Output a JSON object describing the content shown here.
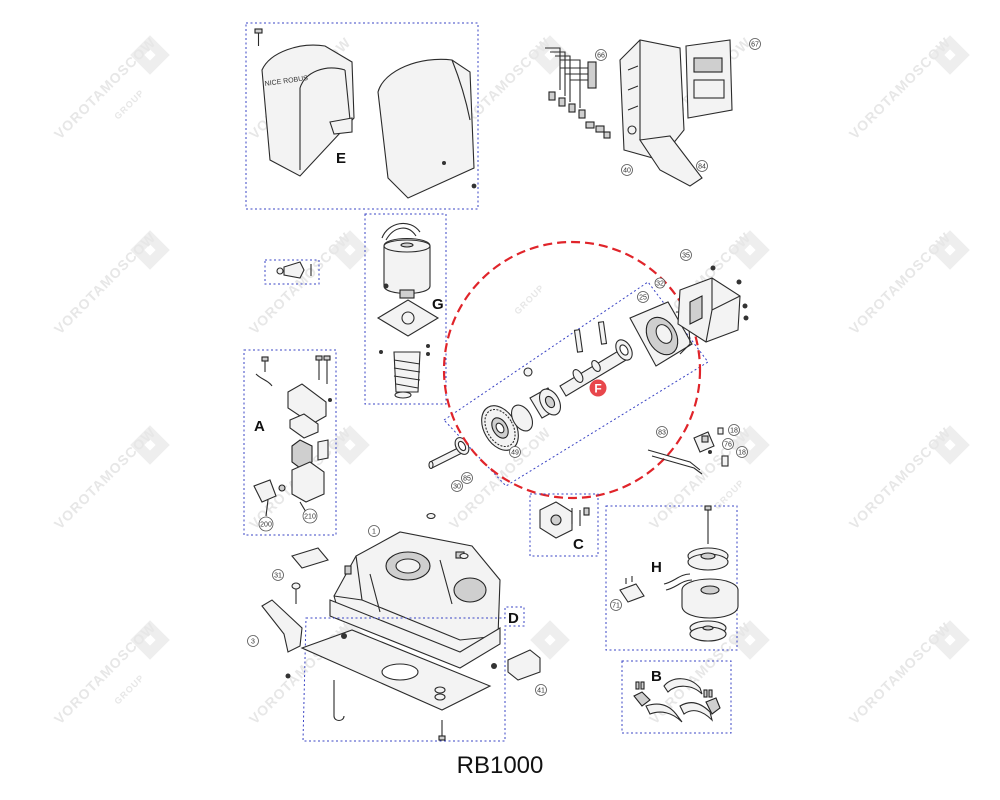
{
  "model": "RB1000",
  "watermark": {
    "text": "VOROTAMOSCOW",
    "subtext": "GROUP"
  },
  "brand_mark": "NICE ROBUS",
  "group_labels": {
    "A": "A",
    "B": "B",
    "C": "C",
    "D": "D",
    "E": "E",
    "F": "F",
    "G": "G",
    "H": "H"
  },
  "part_numbers": {
    "p1": "1",
    "p3": "3",
    "p18a": "18",
    "p18b": "18",
    "p25": "25",
    "p30": "30",
    "p31": "31",
    "p32": "32",
    "p35": "35",
    "p40": "40",
    "p41": "41",
    "p49": "49",
    "p66": "66",
    "p67": "67",
    "p71": "71",
    "p76": "76",
    "p83": "83",
    "p84": "84",
    "p85": "85",
    "p200": "200",
    "p210": "210"
  },
  "colors": {
    "group_box": "#3a44c4",
    "highlight_circle": "#e0242a",
    "badge_F": "#e8474c"
  }
}
